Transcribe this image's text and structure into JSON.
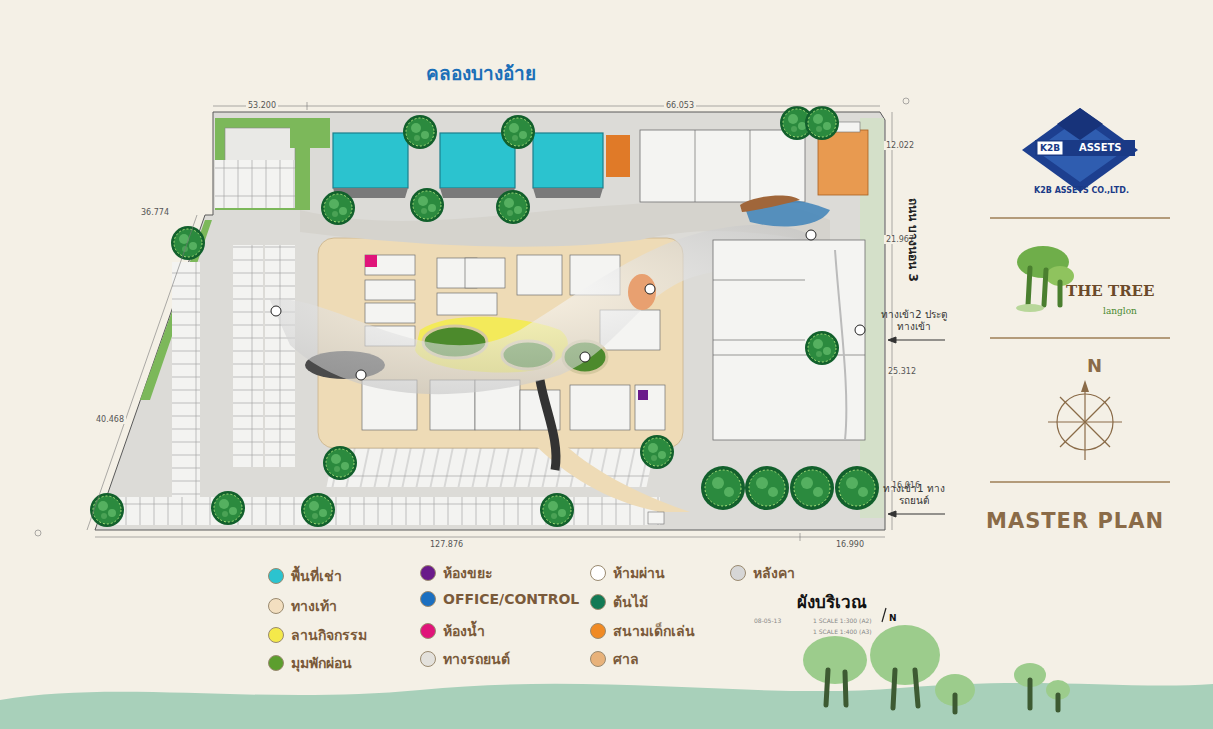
{
  "diagram": {
    "title": "MASTER PLAN",
    "labels": [
      "คลองบางอ้าย",
      "53.200",
      "66.053",
      "12.022",
      "21.967",
      "25.312",
      "16.016",
      "16.990",
      "127.876",
      "40.468",
      "36.774",
      "ถนน บางนอน 3",
      "ทางเข้า2 ประตูทางเข้า",
      "ทางเข้า1 ทางรถยนต์",
      "K2B",
      "ASSETS",
      "K2B ASSETS CO.,LTD.",
      "THE TREE",
      "langlon",
      "N",
      "ผังบริเวณ",
      "08-05-13",
      "1 SCALE 1:300 (A2)",
      "1 SCALE 1:400 (A3)",
      "N"
    ],
    "legend": [
      {
        "text": "พื้นที่เช่า",
        "color": "#2bc3cf"
      },
      {
        "text": "ทางเท้า",
        "color": "#f3dfc0"
      },
      {
        "text": "ลานกิจกรรม",
        "color": "#f4e94a"
      },
      {
        "text": "มุมพักผ่อน",
        "color": "#5c9e2e"
      },
      {
        "text": "ห้องขยะ",
        "color": "#6a1b8a"
      },
      {
        "text": "OFFICE/CONTROL",
        "color": "#1b6fc0"
      },
      {
        "text": "ห้องน้ำ",
        "color": "#e0147a"
      },
      {
        "text": "ทางรถยนต์",
        "color": "#e3e1dc"
      },
      {
        "text": "ห้ามผ่าน",
        "color": "#ffffff"
      },
      {
        "text": "ต้นไม้",
        "color": "#137a55"
      },
      {
        "text": "สนามเด็กเล่น",
        "color": "#f08a24"
      },
      {
        "text": "ศาล",
        "color": "#e8b27a"
      },
      {
        "text": "หลังคา",
        "color": "#d6d6d6"
      }
    ]
  }
}
